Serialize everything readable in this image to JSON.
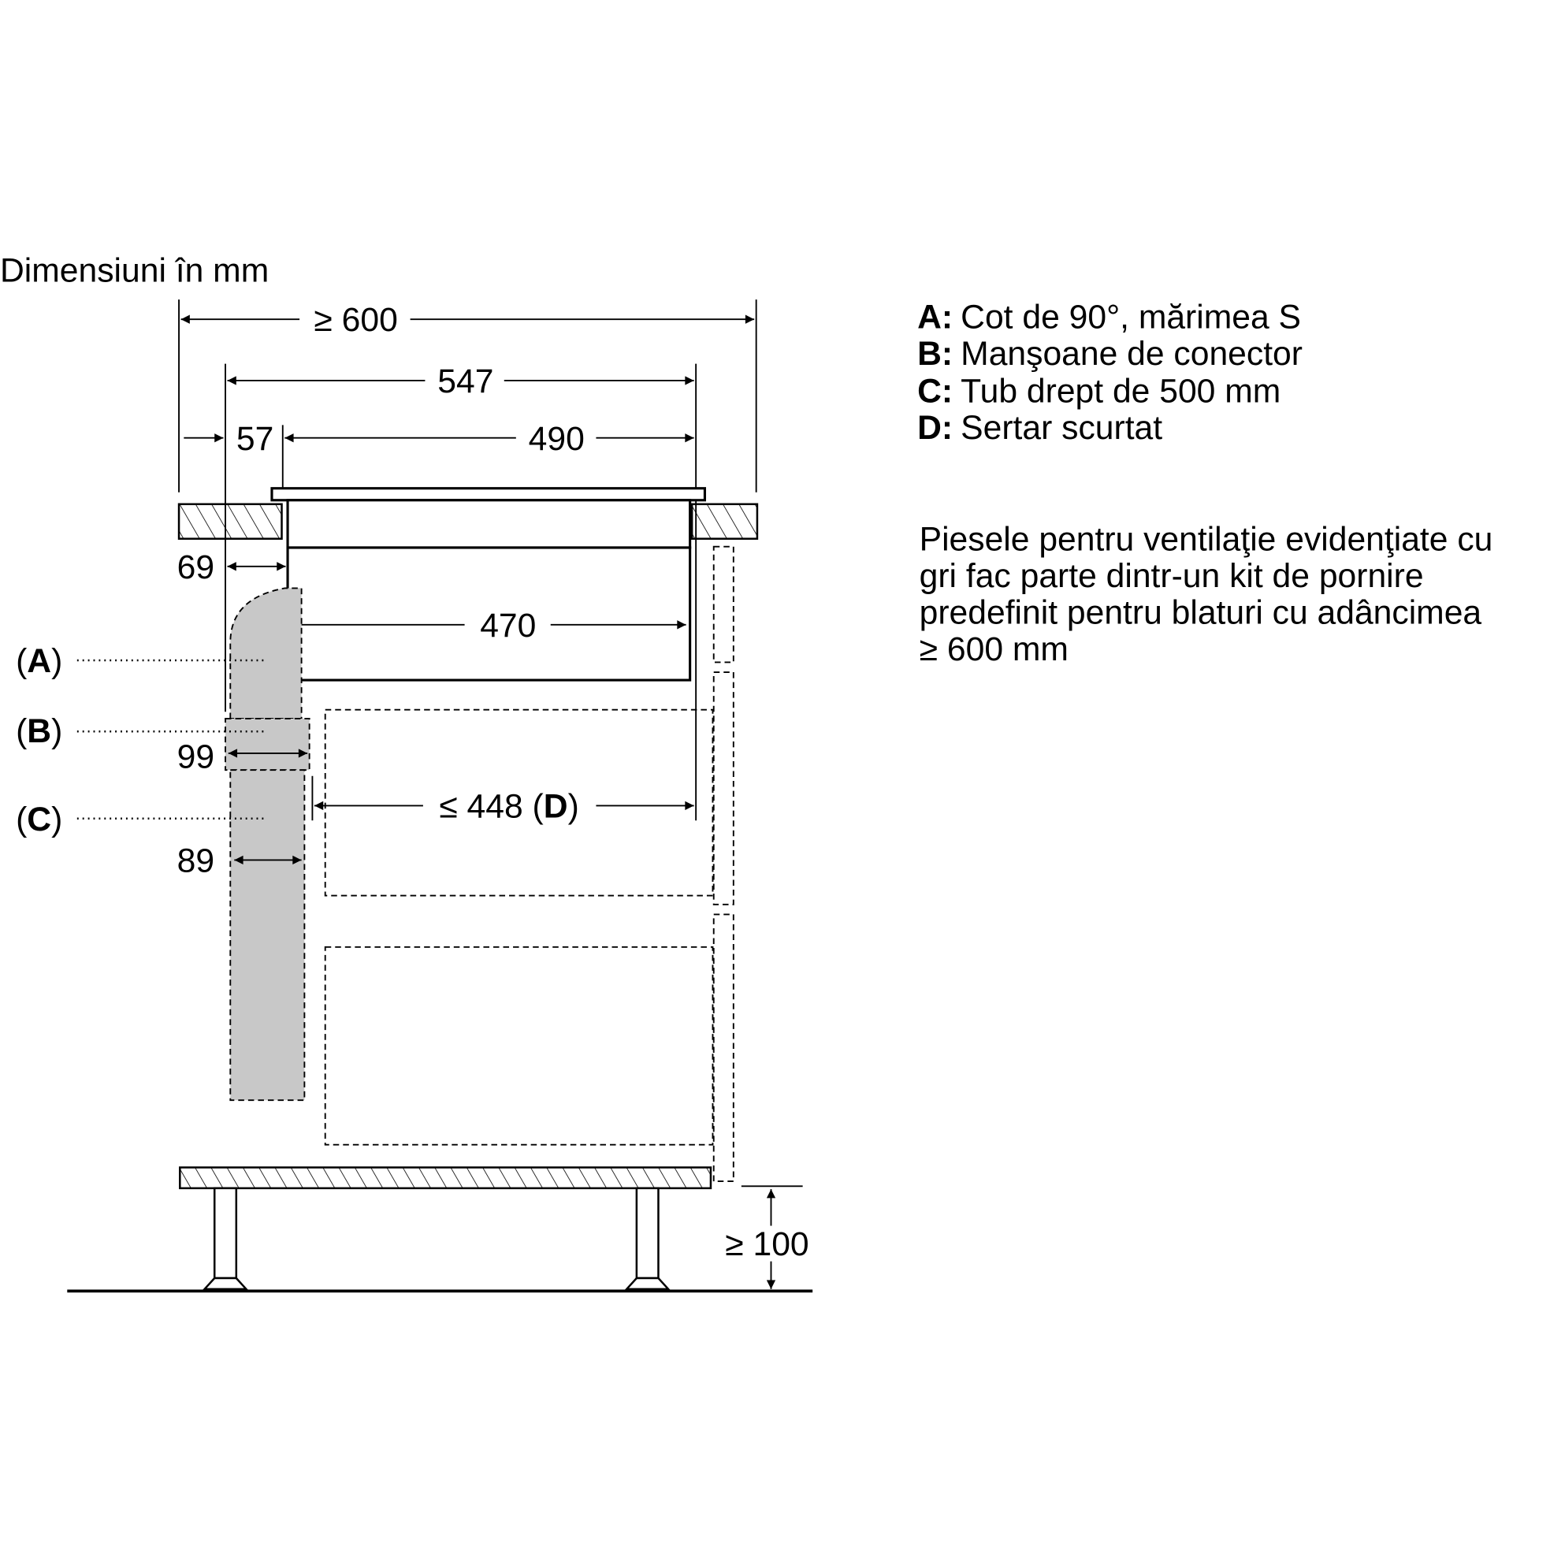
{
  "title": "Dimensiuni în mm",
  "dimensions": {
    "overall_depth": "≥ 600",
    "hob_depth": "547",
    "offset": "57",
    "cutout": "490",
    "duct_gap": "69",
    "unit_depth": "470",
    "connector": "99",
    "tube": "89",
    "drawer": "≤ 448 (",
    "drawer_letter": "D",
    "drawer_close": ")",
    "plinth": "≥ 100"
  },
  "callouts": [
    {
      "open": "(",
      "letter": "A",
      "close": ")"
    },
    {
      "open": "(",
      "letter": "B",
      "close": ")"
    },
    {
      "open": "(",
      "letter": "C",
      "close": ")"
    }
  ],
  "legend": [
    {
      "key": "A:",
      "text": "Cot de 90°, mărimea S"
    },
    {
      "key": "B:",
      "text": "Manşoane de conector"
    },
    {
      "key": "C:",
      "text": "Tub drept de 500 mm"
    },
    {
      "key": "D:",
      "text": "Sertar scurtat"
    }
  ],
  "note": [
    "Piesele pentru ventilaţie evidenţiate cu",
    "gri fac parte dintr-un kit de pornire",
    "predefinit pentru blaturi cu adâncimea",
    "≥ 600 mm"
  ],
  "colors": {
    "duct_gray": "#c8c8c8",
    "line": "#000000"
  }
}
